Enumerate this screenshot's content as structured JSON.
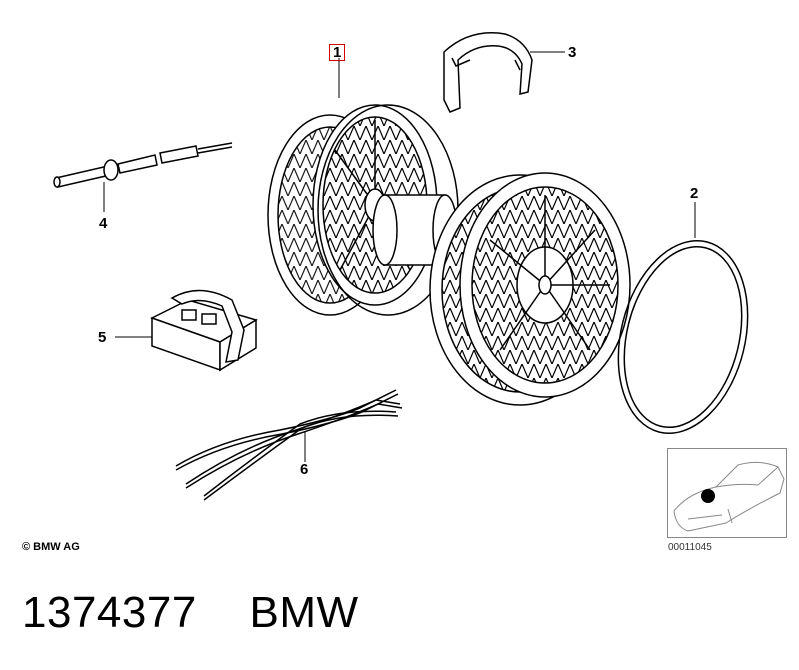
{
  "callouts": {
    "c1": "1",
    "c2": "2",
    "c3": "3",
    "c4": "4",
    "c5": "5",
    "c6": "6"
  },
  "copyright": "© BMW AG",
  "ref_code": "00011045",
  "caption": {
    "part_number": "1374377",
    "brand": "BMW"
  },
  "colors": {
    "highlight": "#d40000",
    "line": "#000000"
  }
}
